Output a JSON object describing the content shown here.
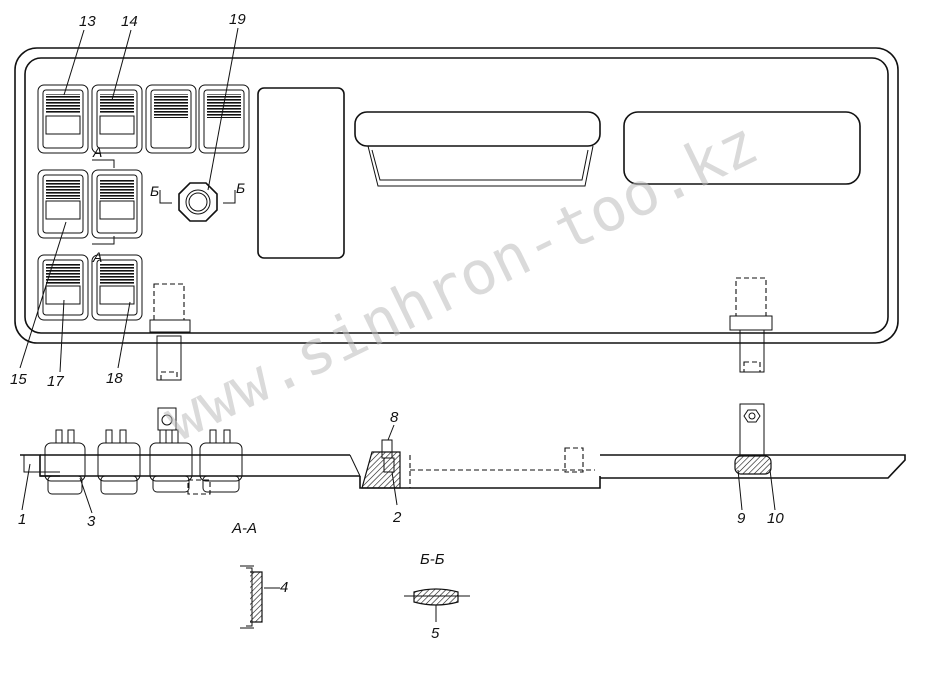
{
  "callouts": {
    "c1": "1",
    "c2": "2",
    "c3": "3",
    "c4": "4",
    "c5": "5",
    "c8": "8",
    "c9": "9",
    "c10": "10",
    "c13": "13",
    "c14": "14",
    "c15": "15",
    "c17": "17",
    "c18": "18",
    "c19": "19"
  },
  "section_marks": {
    "a_top": "А",
    "a_bottom": "А",
    "b_left": "Б",
    "b_right": "Б"
  },
  "section_titles": {
    "a_a": "А-А",
    "b_b": "Б-Б"
  },
  "watermark": "www.sinhron-too.kz",
  "colors": {
    "line": "#111111",
    "watermark": "#bcbcbc",
    "background": "#ffffff"
  }
}
